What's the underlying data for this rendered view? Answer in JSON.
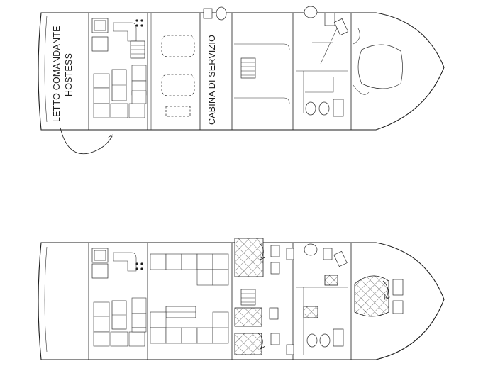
{
  "diagram": {
    "labels": {
      "crew_bed": "LETTO COMANDANTE",
      "hostess": "HOSTESS",
      "service_cabin": "CABINA DI SERVIZIO"
    },
    "colors": {
      "line": "#1e1e1e",
      "background": "#ffffff"
    }
  }
}
